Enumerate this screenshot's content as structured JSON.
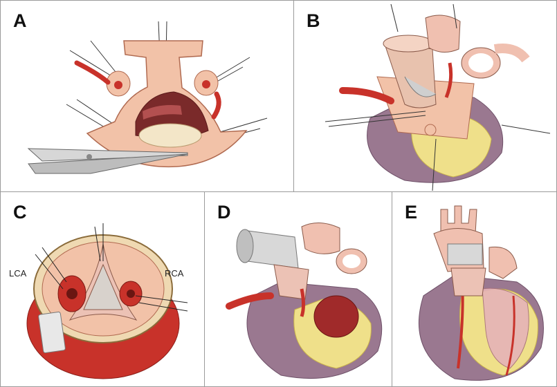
{
  "panels": [
    {
      "label": "A"
    },
    {
      "label": "B"
    },
    {
      "label": "C",
      "left_label": "LCA",
      "right_label": "RCA"
    },
    {
      "label": "D"
    },
    {
      "label": "E"
    }
  ],
  "colors": {
    "tissue": "#f2c2a8",
    "tissue_dark": "#d9957a",
    "artery_red": "#c8322a",
    "heart_purple": "#9a7890",
    "fat_yellow": "#efe08a",
    "graft_gray": "#d8d8d8",
    "border": "#9a9a9a"
  },
  "icons": [
    "scissors-icon",
    "needle-icon",
    "suture-icon"
  ]
}
